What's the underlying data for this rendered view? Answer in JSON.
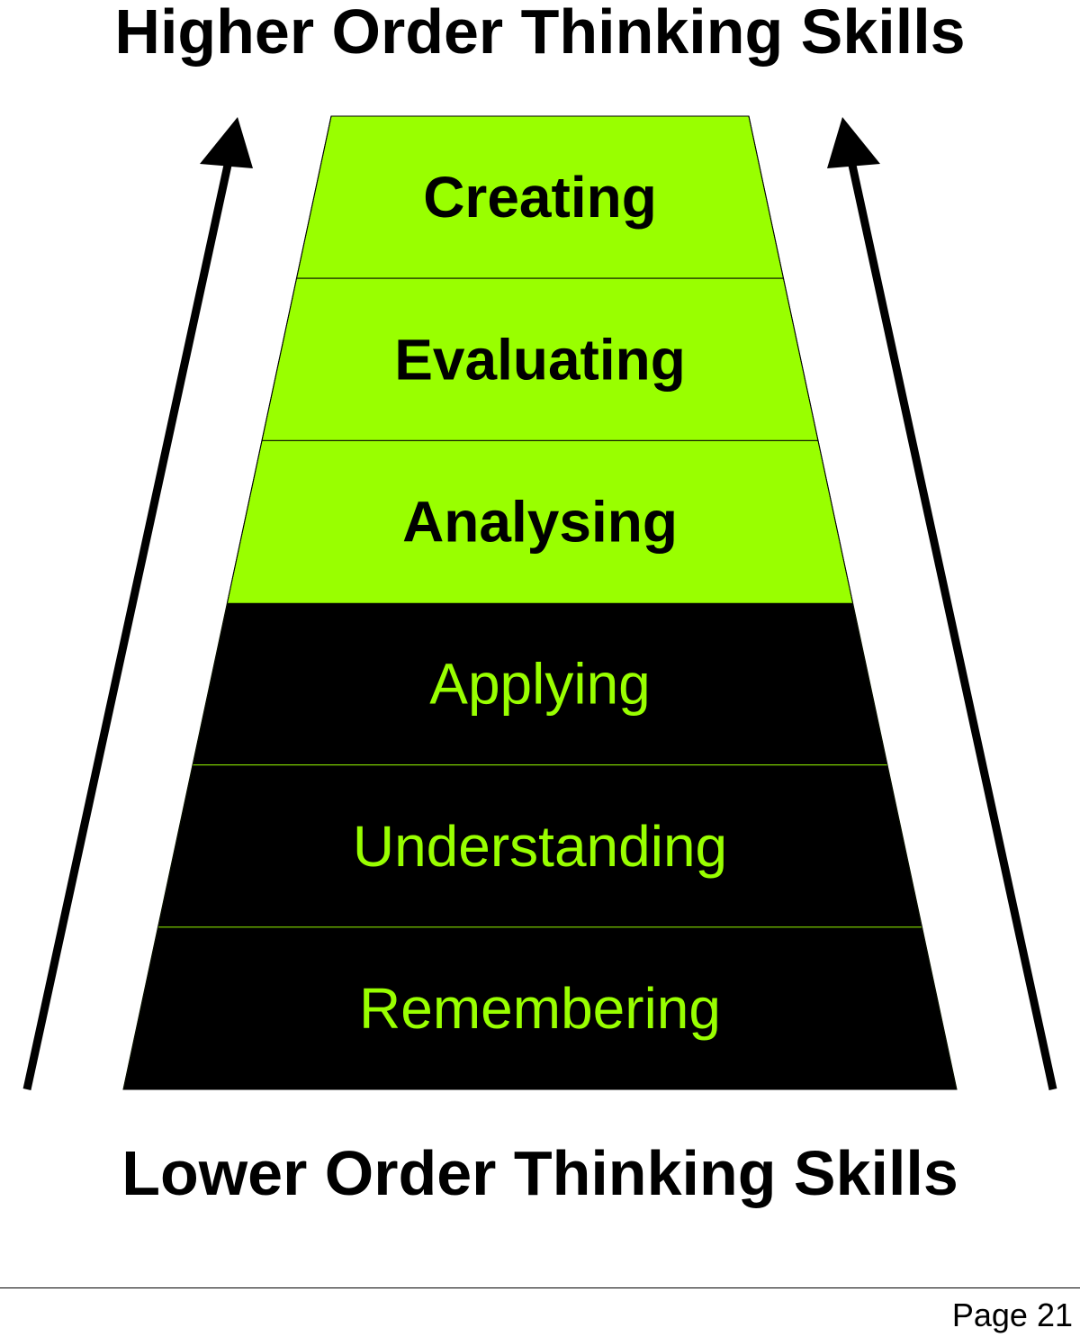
{
  "top_heading": "Higher Order Thinking Skills",
  "bottom_heading": "Lower Order Thinking Skills",
  "levels": [
    {
      "label": "Creating",
      "tier": "higher"
    },
    {
      "label": "Evaluating",
      "tier": "higher"
    },
    {
      "label": "Analysing",
      "tier": "higher"
    },
    {
      "label": "Applying",
      "tier": "lower"
    },
    {
      "label": "Understanding",
      "tier": "lower"
    },
    {
      "label": "Remembering",
      "tier": "lower"
    }
  ],
  "colors": {
    "higher_fill": "#99ff00",
    "higher_text": "#000000",
    "lower_fill": "#000000",
    "lower_text": "#99ff00",
    "arrow": "#000000"
  },
  "footer": {
    "page_label": "Page 21"
  }
}
